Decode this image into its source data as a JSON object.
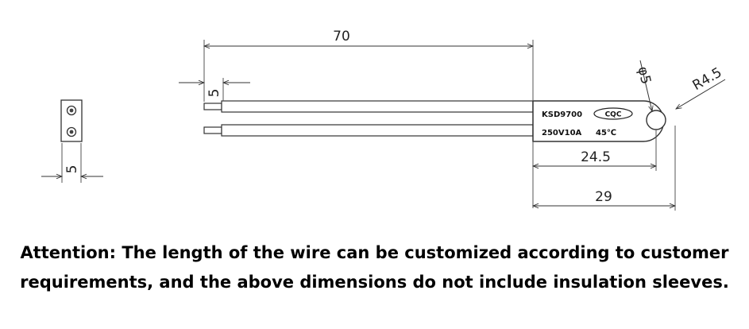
{
  "drawing": {
    "dim_wire_length": "70",
    "dim_strip_length": "5",
    "dim_connector_width": "5",
    "dim_hole_diameter": "φ5",
    "dim_radius": "R4.5",
    "dim_body_length": "24.5",
    "dim_total_length": "29",
    "label_model": "KSD9700",
    "label_cert": "CQC",
    "label_rating": "250V10A",
    "label_temp": "45℃"
  },
  "note": {
    "line1": "Attention: The length of the wire can be customized according to customer",
    "line2": "requirements, and the above dimensions do not include insulation sleeves."
  }
}
